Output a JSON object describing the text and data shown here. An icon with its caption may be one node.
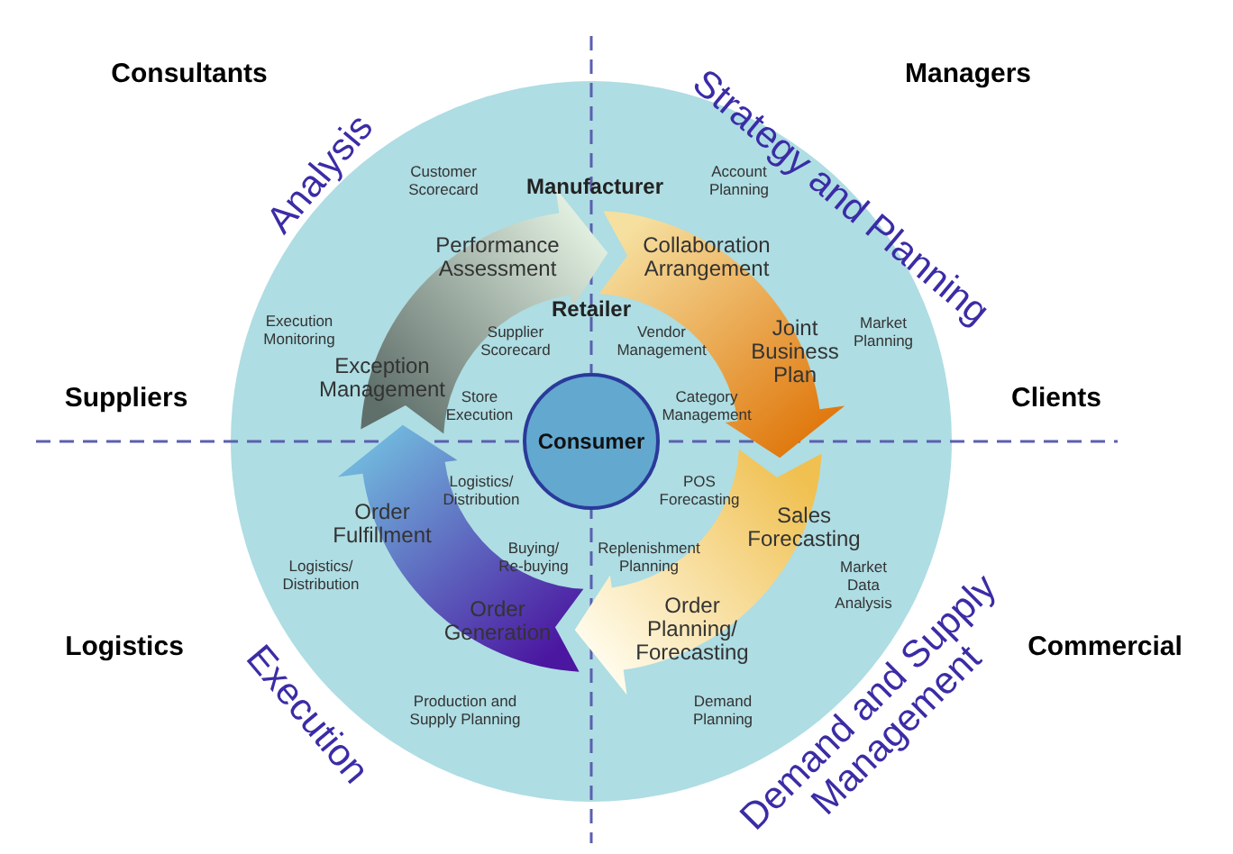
{
  "diagram": {
    "nodes": [
      {
        "text": [
          "Consumer"
        ]
      }
    ],
    "edges": [],
    "labels": [
      "Consultants",
      "Managers",
      "Analysis",
      "Strategy and Planning",
      "Manufacturer",
      "Customer Scorecard",
      "Account Planning",
      "Performance Assessment",
      "Collaboration Arrangement",
      "Retailer",
      "Execution Monitoring",
      "Exception Management",
      "Supplier Scorecard",
      "Vendor Management",
      "Joint Business Plan",
      "Market Planning",
      "Suppliers",
      "Clients",
      "Store Execution",
      "Category Management",
      "Logistics/ Distribution",
      "POS Forecasting",
      "Order Fulfillment",
      "Sales Forecasting",
      "Buying/ Re-buying",
      "Replenishment Planning",
      "Logistics/ Distribution",
      "Market Data Analysis",
      "Order Generation",
      "Order Planning/ Forecasting",
      "Logistics",
      "Commercial",
      "Production and Supply Planning",
      "Demand Planning",
      "Execution",
      "Demand and Supply Management"
    ]
  }
}
